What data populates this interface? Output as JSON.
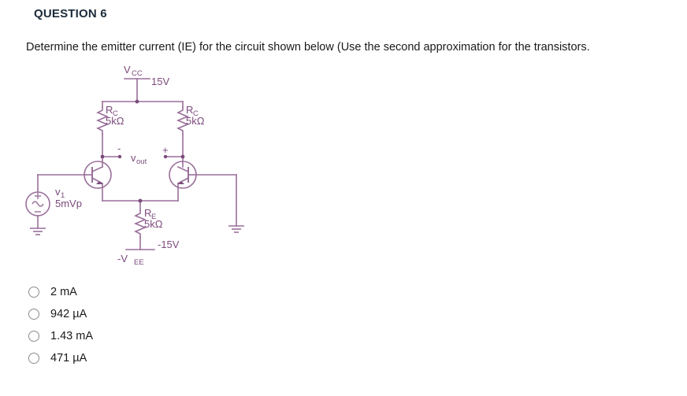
{
  "header": {
    "title": "QUESTION 6"
  },
  "question": {
    "text": "Determine the emitter current (IE) for the circuit shown below (Use the second approximation for the transistors."
  },
  "circuit": {
    "supply_top_label": "V",
    "supply_top_sub": "CC",
    "supply_top_value": "15V",
    "rc_left_label": "R",
    "rc_left_sub": "C",
    "rc_left_value": "5kΩ",
    "rc_right_label": "R",
    "rc_right_sub": "C",
    "rc_right_value": "5kΩ",
    "vout_label": "v",
    "vout_sub": "out",
    "vout_minus": "-",
    "vout_plus": "+",
    "source_label": "v",
    "source_sub": "1",
    "source_value": "5mVp",
    "re_label": "R",
    "re_sub": "E",
    "re_value": "5kΩ",
    "supply_bottom_value": "-15V",
    "supply_bottom_label": "-V",
    "supply_bottom_sub": "EE",
    "wire_color": "#9a6f9a",
    "label_color": "#7c4a7c"
  },
  "options": [
    {
      "label": "2 mA",
      "selected": false
    },
    {
      "label": "942 µA",
      "selected": false
    },
    {
      "label": "1.43 mA",
      "selected": false
    },
    {
      "label": "471 µA",
      "selected": false
    }
  ]
}
